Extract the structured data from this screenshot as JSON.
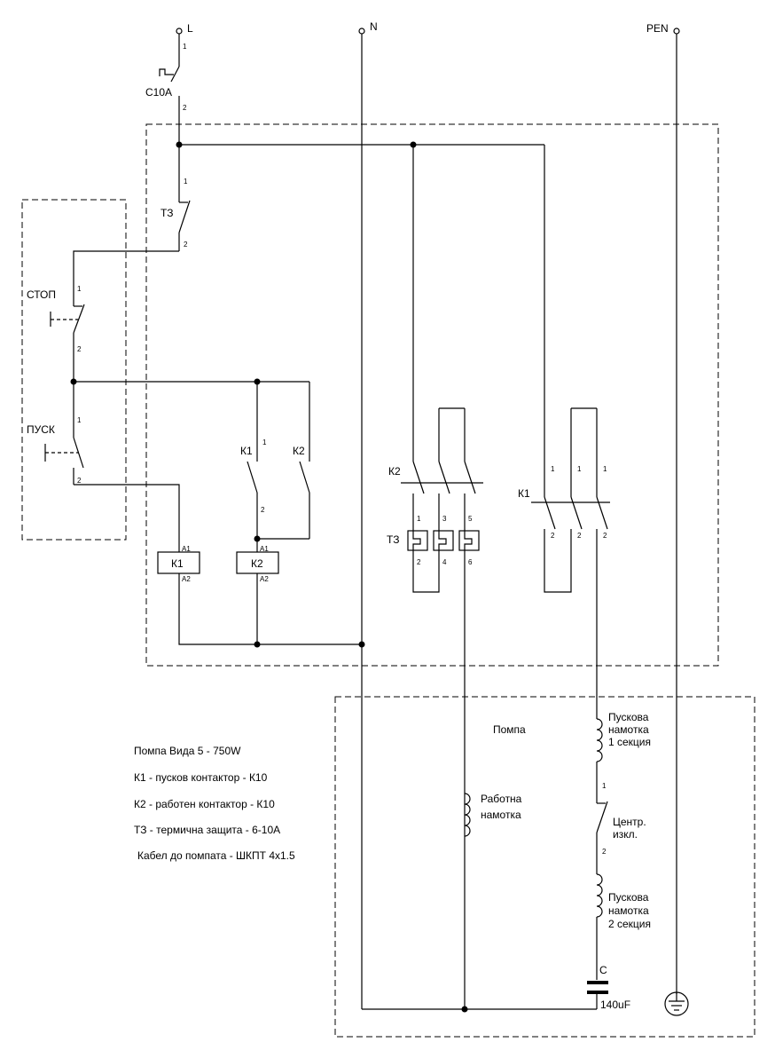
{
  "terminals": {
    "l": "L",
    "n": "N",
    "pen": "PEN"
  },
  "breaker": {
    "label": "C10A",
    "pin1": "1",
    "pin2": "2"
  },
  "thermal_contact": {
    "label": "ТЗ",
    "pin1": "1",
    "pin2": "2"
  },
  "stop_button": {
    "label": "СТОП",
    "pin1": "1",
    "pin2": "2"
  },
  "start_button": {
    "label": "ПУСК",
    "pin1": "1",
    "pin2": "2"
  },
  "k1_aux": {
    "label": "К1",
    "pin1": "1",
    "pin2": "2"
  },
  "k2_aux": {
    "label": "К2"
  },
  "coil_k1": {
    "label": "К1",
    "a1": "A1",
    "a2": "A2"
  },
  "coil_k2": {
    "label": "К2",
    "a1": "A1",
    "a2": "A2"
  },
  "k2_main": {
    "label": "К2",
    "pins": [
      "1",
      "3",
      "5"
    ]
  },
  "thermal_relay": {
    "label": "ТЗ",
    "pins_bottom": [
      "2",
      "4",
      "6"
    ]
  },
  "k1_main": {
    "label": "К1",
    "pins_top": [
      "1",
      "1",
      "1"
    ],
    "pins_bottom": [
      "2",
      "2",
      "2"
    ]
  },
  "motor": {
    "title": "Помпа",
    "run_winding": [
      "Работна",
      "намотка"
    ],
    "start_winding_1": [
      "Пускова",
      "намотка",
      "1 секция"
    ],
    "centrifugal_switch": [
      "Центр.",
      "изкл."
    ],
    "cs_pin1": "1",
    "cs_pin2": "2",
    "start_winding_2": [
      "Пускова",
      "намотка",
      "2 секция"
    ],
    "capacitor_label": "C",
    "capacitor_value": "140uF"
  },
  "notes": [
    "Помпа Вида 5 - 750W",
    "К1 - пусков контактор - К10",
    "К2 - работен контактор - К10",
    "ТЗ - термична защита  - 6-10А",
    "Кабел до помпата - ШКПТ 4x1.5"
  ]
}
